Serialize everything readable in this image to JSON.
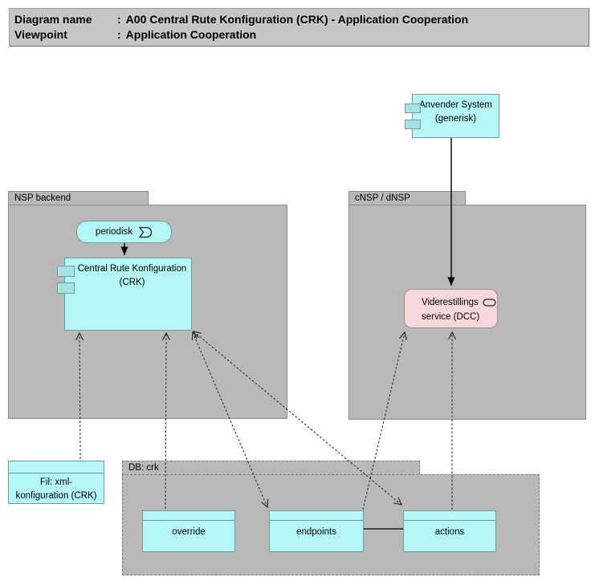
{
  "title": {
    "rows": [
      {
        "label": "Diagram name",
        "sep": ":",
        "value": "A00 Central Rute Konfiguration (CRK) - Application Cooperation"
      },
      {
        "label": "Viewpoint",
        "sep": ":",
        "value": "Application Cooperation"
      }
    ]
  },
  "packages": {
    "nsp": {
      "label": "NSP backend"
    },
    "cnsp": {
      "label": "cNSP / dNSP"
    },
    "db": {
      "label": "DB: crk"
    }
  },
  "nodes": {
    "anvender": {
      "line1": "Anvender System",
      "line2": "(generisk)"
    },
    "periodisk": {
      "label": "periodisk"
    },
    "crk": {
      "line1": "Central Rute Konfiguration",
      "line2": "(CRK)"
    },
    "dcc": {
      "line1": "Viderestillings",
      "line2": "service (DCC)"
    },
    "fil": {
      "line1": "Fil: xml-",
      "line2": "konfiguration (CRK)"
    },
    "tables": [
      {
        "label": "override"
      },
      {
        "label": "endpoints"
      },
      {
        "label": "actions"
      }
    ]
  },
  "connectors": [
    {
      "from": "periodisk",
      "to": "Central Rute Konfiguration (CRK)",
      "style": "solid",
      "arrow": "filled-at-target"
    },
    {
      "from": "Anvender System (generisk)",
      "to": "Viderestillings service (DCC)",
      "style": "solid",
      "arrow": "filled-at-target"
    },
    {
      "from": "Fil: xml-konfiguration (CRK)",
      "to": "Central Rute Konfiguration (CRK)",
      "style": "dashed",
      "arrow": "open-at-target"
    },
    {
      "from": "override",
      "to": "Central Rute Konfiguration (CRK)",
      "style": "dashed",
      "arrow": "open-at-target"
    },
    {
      "from": "endpoints",
      "to": "Central Rute Konfiguration (CRK)",
      "style": "dashed",
      "arrow": "open-both-ends"
    },
    {
      "from": "actions",
      "to": "Central Rute Konfiguration (CRK)",
      "style": "dashed",
      "arrow": "open-both-ends"
    },
    {
      "from": "endpoints",
      "to": "Viderestillings service (DCC)",
      "style": "dashed",
      "arrow": "open-at-target"
    },
    {
      "from": "actions",
      "to": "Viderestillings service (DCC)",
      "style": "dashed",
      "arrow": "open-at-target"
    },
    {
      "from": "endpoints",
      "to": "actions",
      "style": "solid",
      "arrow": "none"
    }
  ],
  "colors": {
    "package_gray": "#b9b9b9",
    "titlebar_gray": "#c6c6c6",
    "node_cyan": "#b5f6f6",
    "node_pink": "#f8d8dc",
    "border_teal": "#6f9c9c",
    "border_gray": "#8a8a8a"
  }
}
